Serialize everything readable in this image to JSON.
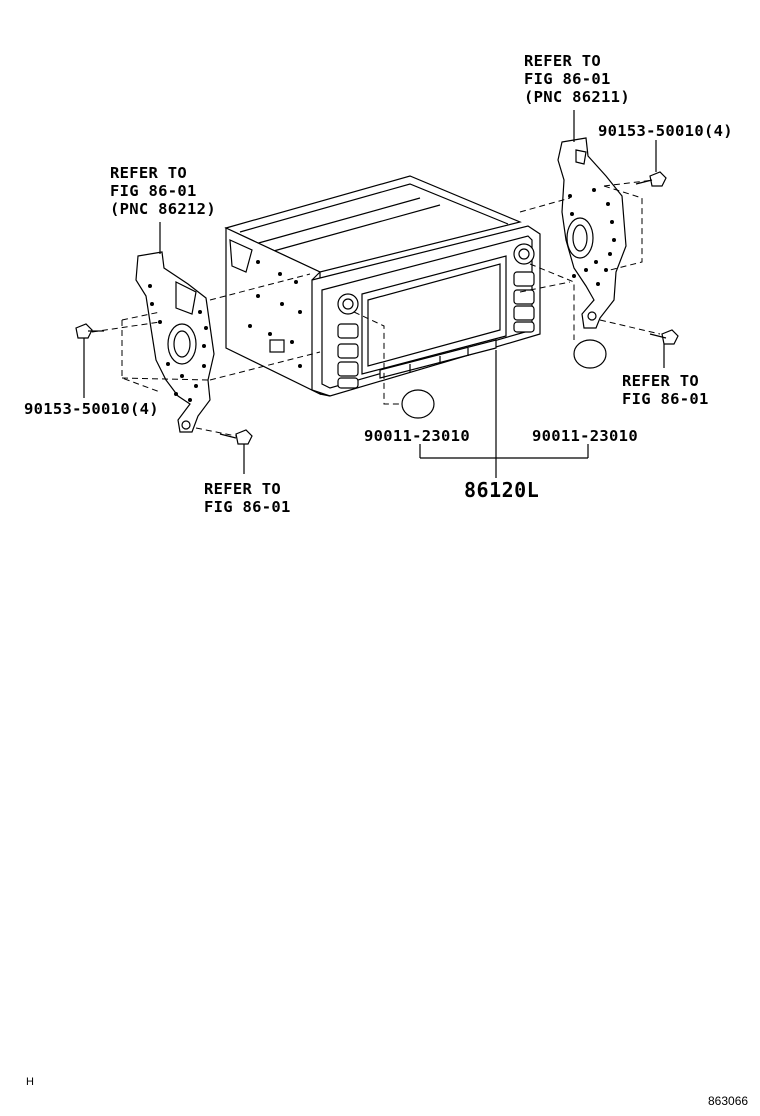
{
  "callouts": {
    "refer_top_right": [
      "REFER TO",
      "FIG 86-01",
      "(PNC 86211)"
    ],
    "refer_top_left": [
      "REFER TO",
      "FIG 86-01",
      "(PNC 86212)"
    ],
    "bolt_right": "90153-50010(4)",
    "bolt_left": "90153-50010(4)",
    "refer_right_lower": [
      "REFER TO",
      "FIG 86-01"
    ],
    "refer_bottom_left": [
      "REFER TO",
      "FIG 86-01"
    ],
    "cap_left": "90011-23010",
    "cap_right": "90011-23010",
    "main_part": "86120L"
  },
  "footer": {
    "left_mark": "H",
    "figure_number": "863066"
  }
}
